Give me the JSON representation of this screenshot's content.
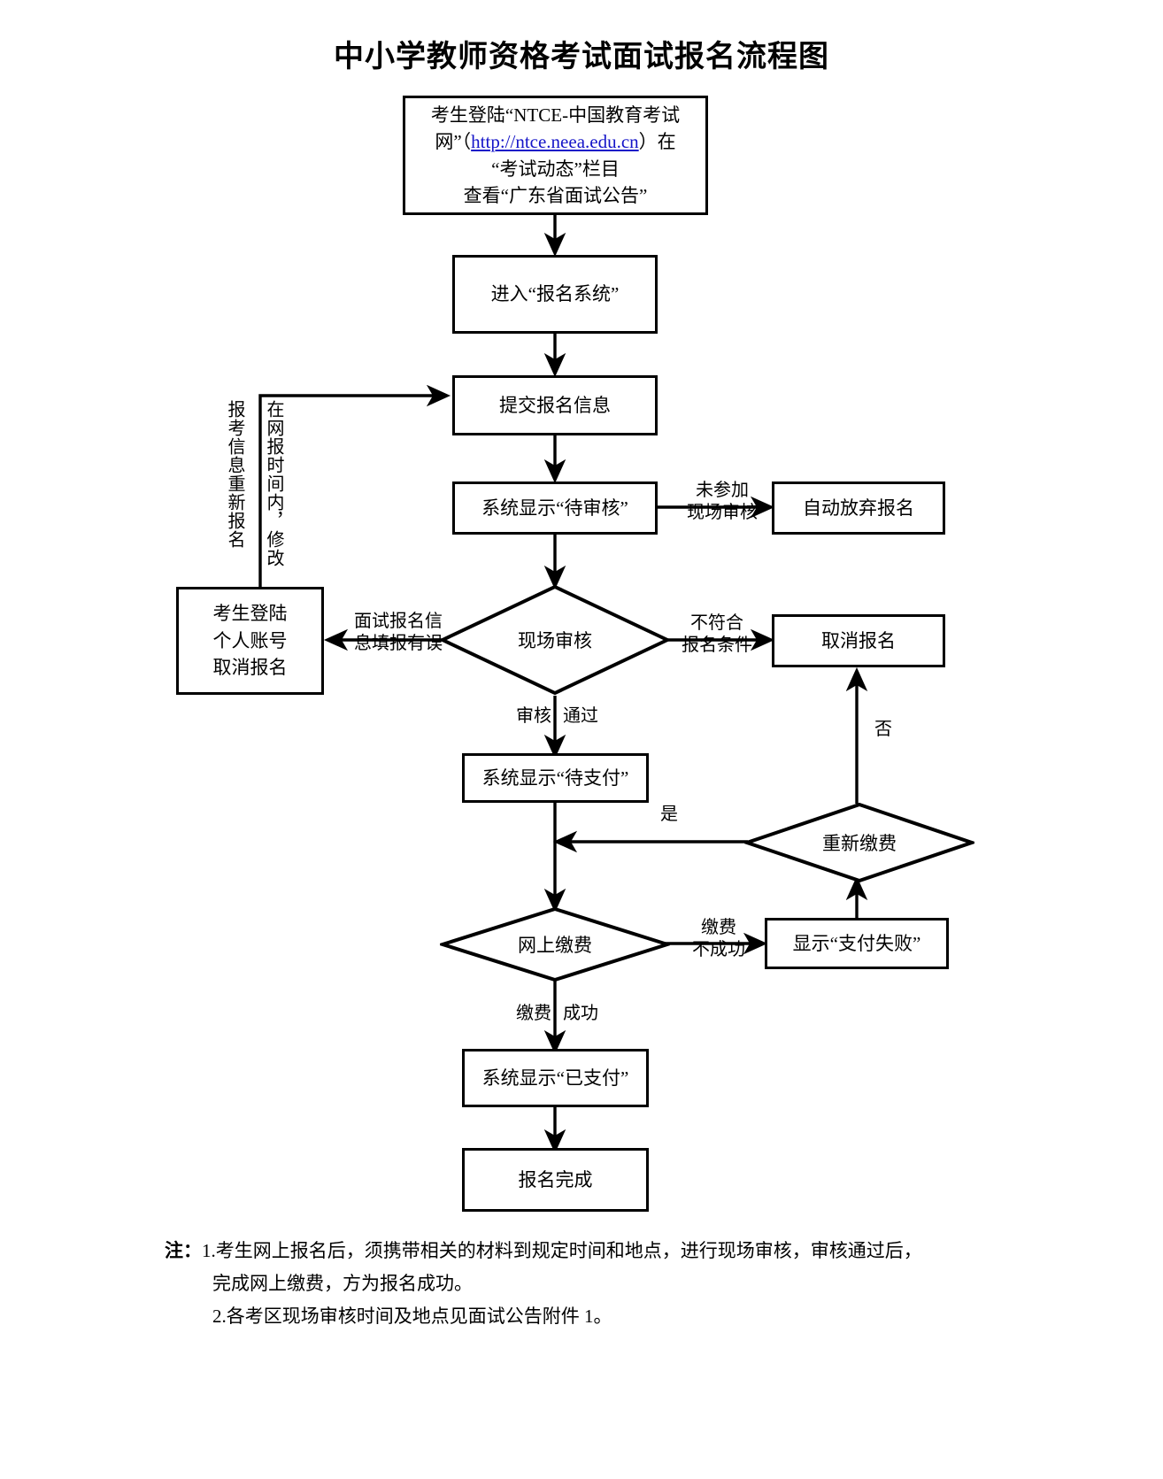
{
  "title": "中小学教师资格考试面试报名流程图",
  "nodes": {
    "start": {
      "line1": "考生登陆“NTCE-中国教育考试",
      "line2_pre": "网”（",
      "line2_link": "http://ntce.neea.edu.cn",
      "line2_post": "）在",
      "line3": "“考试动态”栏目",
      "line4": "查看“广东省面试公告”"
    },
    "enter_system": "进入“报名系统”",
    "submit_info": "提交报名信息",
    "status_pending_review": "系统显示“待审核”",
    "auto_abandon": "自动放弃报名",
    "cancel_registration_self": "考生登陆\n个人账号\n取消报名",
    "onsite_review": "现场审核",
    "cancel_registration": "取消报名",
    "status_pending_payment": "系统显示“待支付”",
    "repay": "重新缴费",
    "online_payment": "网上缴费",
    "payment_failed": "显示“支付失败”",
    "status_paid": "系统显示“已支付”",
    "registration_done": "报名完成"
  },
  "edge_labels": {
    "not_attend_onsite": "未参加\n现场审核",
    "info_error": "面试报名信\n息填报有误",
    "not_qualified": "不符合\n报名条件",
    "review_pass_left": "审核",
    "review_pass_right": "通过",
    "repay_yes": "是",
    "repay_no": "否",
    "pay_fail": "缴费\n不成功",
    "pay_success_left": "缴费",
    "pay_success_right": "成功"
  },
  "vertical_labels": {
    "reapply": "报考信息重新报名",
    "modify_in_time": "在网报时间内，修改"
  },
  "notes": {
    "head": "注：",
    "item1_num": "1.",
    "item1_line1": "考生网上报名后，须携带相关的材料到规定时间和地点，进行现场审核，审核通过后，",
    "item1_line2": "完成网上缴费，方为报名成功。",
    "item2": "2.各考区现场审核时间及地点见面试公告附件 1。"
  },
  "colors": {
    "stroke": "#000000",
    "background": "#ffffff",
    "link": "#1414c8"
  }
}
